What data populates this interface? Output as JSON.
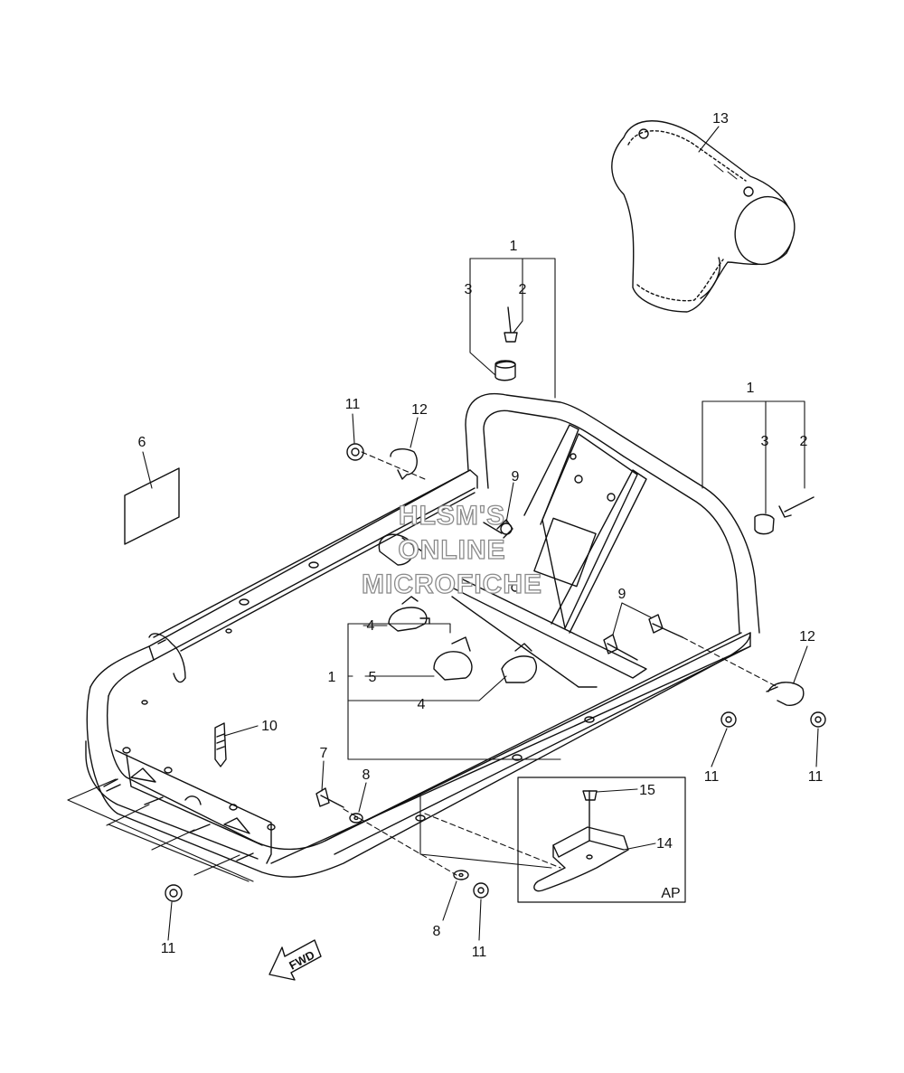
{
  "diagram": {
    "callouts": {
      "c1_top": "1",
      "c2_top": "2",
      "c3_top": "3",
      "c1_right": "1",
      "c2_right": "2",
      "c3_right": "3",
      "c1_left": "1",
      "c4_upper": "4",
      "c4_lower": "4",
      "c5": "5",
      "c6": "6",
      "c7": "7",
      "c8_upper": "8",
      "c8_lower": "8",
      "c9_upper": "9",
      "c9_right": "9",
      "c10": "10",
      "c11_upper": "11",
      "c11_mid": "11",
      "c11_right": "11",
      "c11_lower_left": "11",
      "c11_lower_mid": "11",
      "c12_upper": "12",
      "c12_right": "12",
      "c13": "13",
      "c14": "14",
      "c15": "15"
    },
    "inset_label": "AP",
    "fwd_label": "FWD",
    "watermark": [
      "HLSM'S",
      "ONLINE",
      "MICROFICHE"
    ],
    "colors": {
      "line": "#111111",
      "watermark_stroke": "#8a8a8a",
      "background": "#ffffff"
    }
  }
}
